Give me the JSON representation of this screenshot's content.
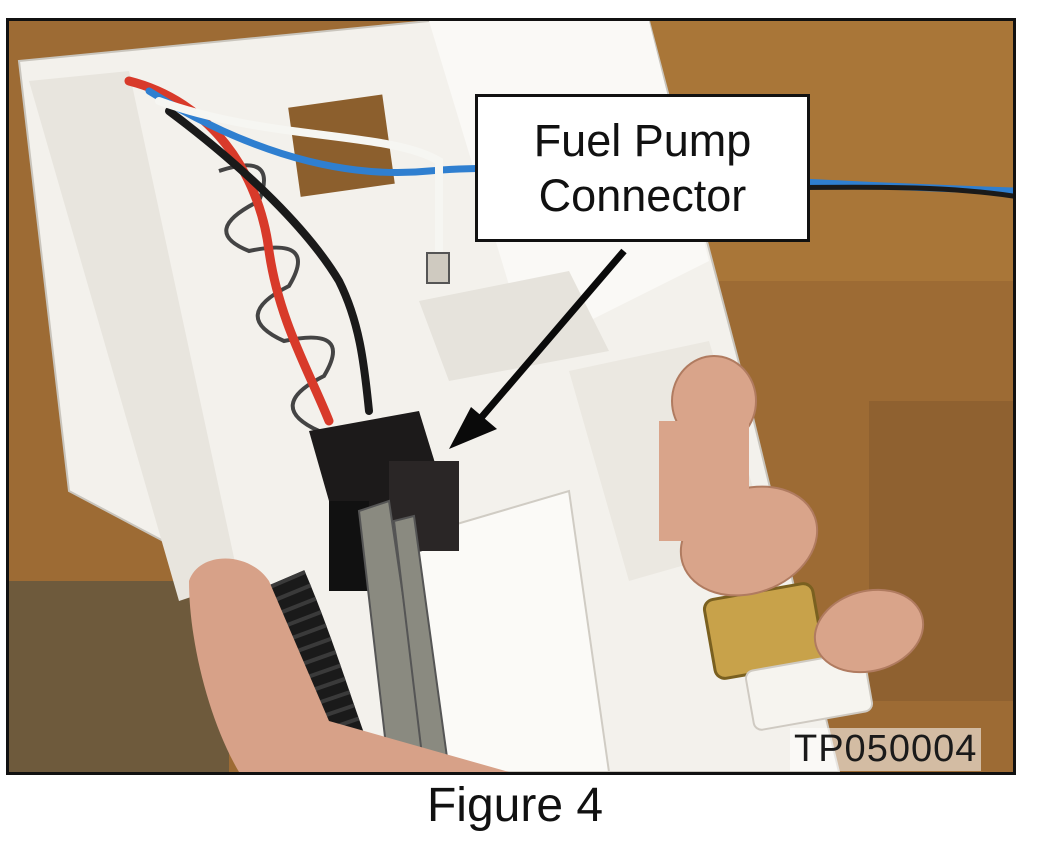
{
  "figure": {
    "callout_label": "Fuel Pump\nConnector",
    "image_code": "TP050004",
    "caption": "Figure 4"
  },
  "colors": {
    "background": "#9c6a33",
    "plastic": "#f4f2ee",
    "skin": "#d9a48a",
    "connector": "#1c1a1a",
    "wire_red": "#d83a2a",
    "wire_blue": "#2f7fd0",
    "brass": "#c8a24a"
  }
}
